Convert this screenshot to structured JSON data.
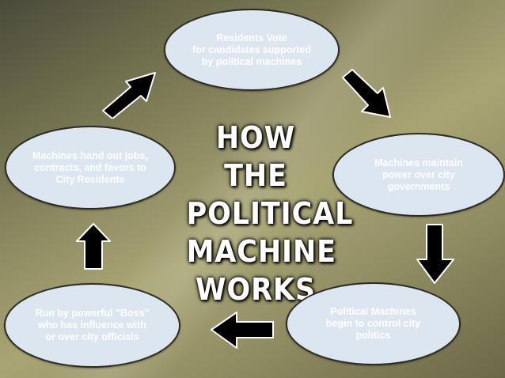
{
  "title": {
    "lines": [
      "HOW THE",
      "POLITICAL",
      "MACHINE",
      "WORKS"
    ]
  },
  "cycle_steps": [
    {
      "text": "Residents Vote\nfor candidates supported\nby political machines"
    },
    {
      "text": "Machines maintain\npower over city\ngovernments"
    },
    {
      "text": "Political Machines\nbegin to control city\npolitics"
    },
    {
      "text": "Run by powerful \"Boss\"\nwho has influence with\nor over city officials"
    },
    {
      "text": "Machines hand out jobs,\ncontracts, and favors to\nCity Residents"
    }
  ],
  "colors": {
    "oval_fill": "#dce6f0",
    "oval_border": "#2c2c24",
    "arrow_fill": "#000000",
    "arrow_outline": "#ffffff"
  },
  "icons": [
    "arrow-up-right",
    "arrow-down-right",
    "arrow-down",
    "arrow-left",
    "arrow-up"
  ]
}
